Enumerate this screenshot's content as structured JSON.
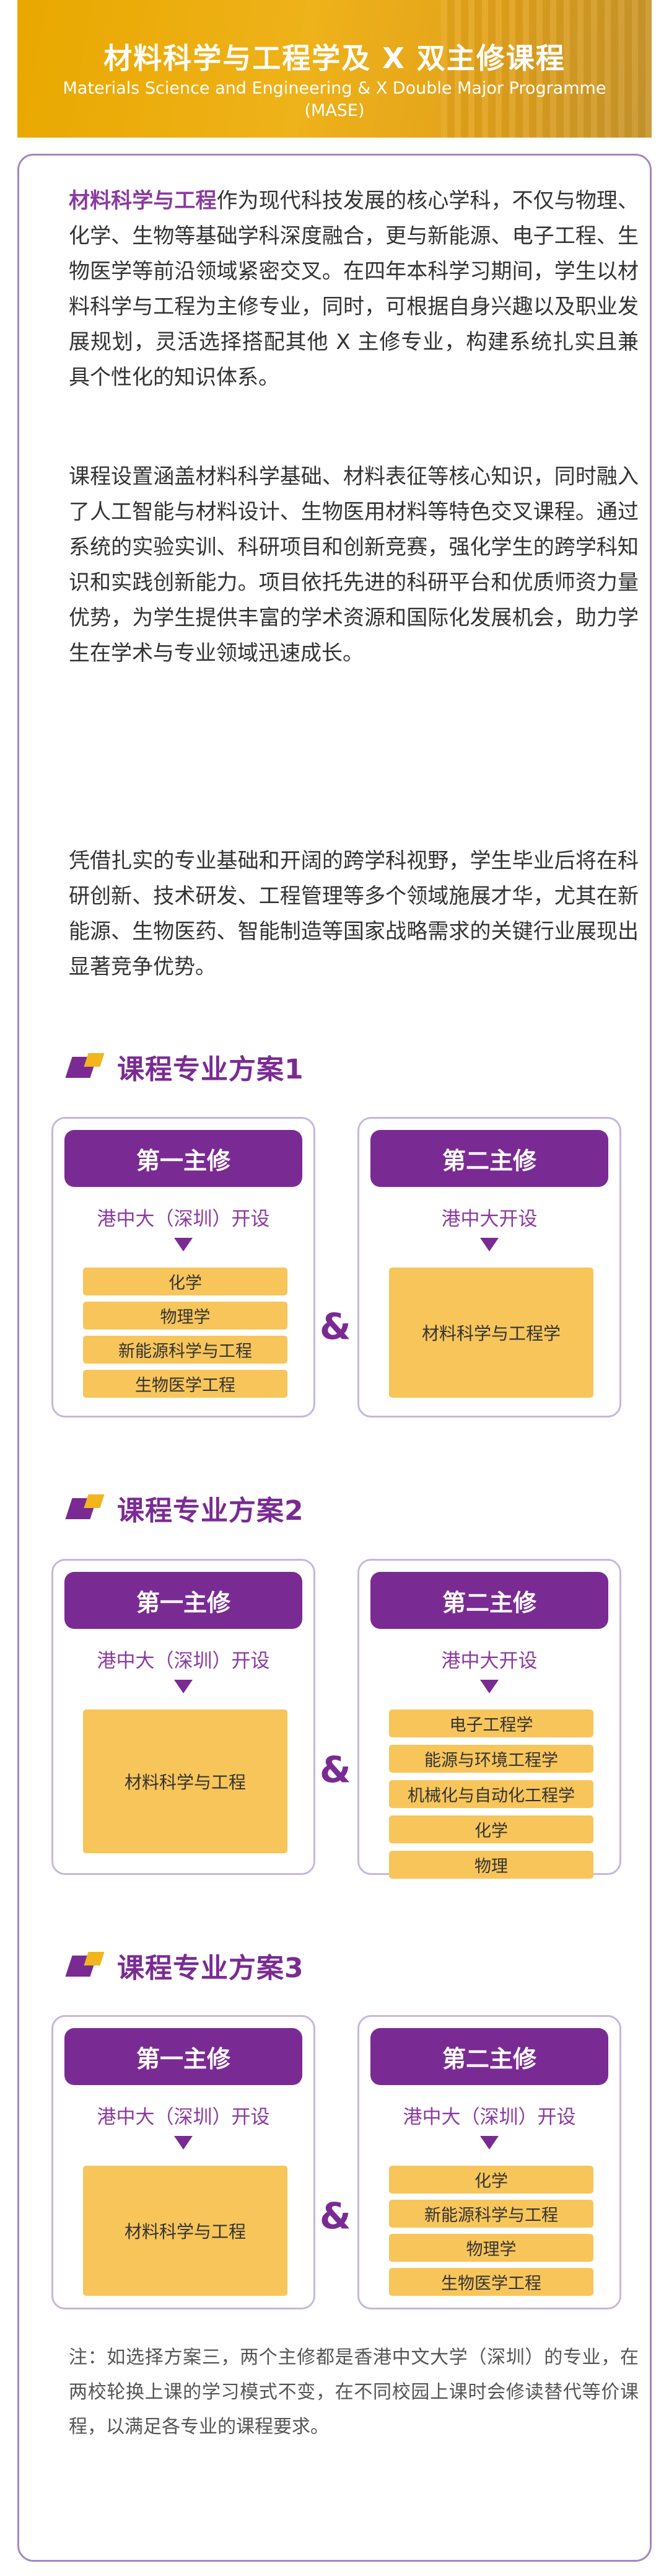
{
  "header": {
    "title": "材料科学与工程学及 X 双主修课程",
    "subtitle_line1": "Materials Science and Engineering & X Double Major Programme",
    "subtitle_line2": "(MASE)"
  },
  "intro": {
    "para1_highlight": "材料科学与工程",
    "para1_rest": "作为现代科技发展的核心学科，不仅与物理、化学、生物等基础学科深度融合，更与新能源、电子工程、生物医学等前沿领域紧密交叉。在四年本科学习期间，学生以材料科学与工程为主修专业，同时，可根据自身兴趣以及职业发展规划，灵活选择搭配其他 X 主修专业，构建系统扎实且兼具个性化的知识体系。",
    "para2": "课程设置涵盖材料科学基础、材料表征等核心知识，同时融入了人工智能与材料设计、生物医用材料等特色交叉课程。通过系统的实验实训、科研项目和创新竞赛，强化学生的跨学科知识和实践创新能力。项目依托先进的科研平台和优质师资力量优势，为学生提供丰富的学术资源和国际化发展机会，助力学生在学术与专业领域迅速成长。",
    "para3": "凭借扎实的专业基础和开阔的跨学科视野，学生毕业后将在科研创新、技术研发、工程管理等多个领域施展才华，尤其在新能源、生物医药、智能制造等国家战略需求的关键行业展现出显著竞争优势。"
  },
  "plans": [
    {
      "title": "课程专业方案1",
      "first": {
        "label": "第一主修",
        "org": "港中大（深圳）开设",
        "items": [
          "化学",
          "物理学",
          "新能源科学与工程",
          "生物医学工程"
        ]
      },
      "amp": "&",
      "second": {
        "label": "第二主修",
        "org": "港中大开设",
        "items": [
          "材料科学与工程学"
        ]
      }
    },
    {
      "title": "课程专业方案2",
      "first": {
        "label": "第一主修",
        "org": "港中大（深圳）开设",
        "items": [
          "材料科学与工程"
        ]
      },
      "amp": "&",
      "second": {
        "label": "第二主修",
        "org": "港中大开设",
        "items": [
          "电子工程学",
          "能源与环境工程学",
          "机械化与自动化工程学",
          "化学",
          "物理"
        ]
      }
    },
    {
      "title": "课程专业方案3",
      "first": {
        "label": "第一主修",
        "org": "港中大（深圳）开设",
        "items": [
          "材料科学与工程"
        ]
      },
      "amp": "&",
      "second": {
        "label": "第二主修",
        "org": "港中大（深圳）开设",
        "items": [
          "化学",
          "新能源科学与工程",
          "物理学",
          "生物医学工程"
        ]
      }
    }
  ],
  "note": "注：如选择方案三，两个主修都是香港中文大学（深圳）的专业，在两校轮换上课的学习模式不变，在不同校园上课时会修读替代等价课程，以满足各专业的课程要求。",
  "colors": {
    "purple": "#7a2b93",
    "gold": "#f2b51d",
    "chip": "#f7c55a",
    "border": "#a287c4"
  }
}
